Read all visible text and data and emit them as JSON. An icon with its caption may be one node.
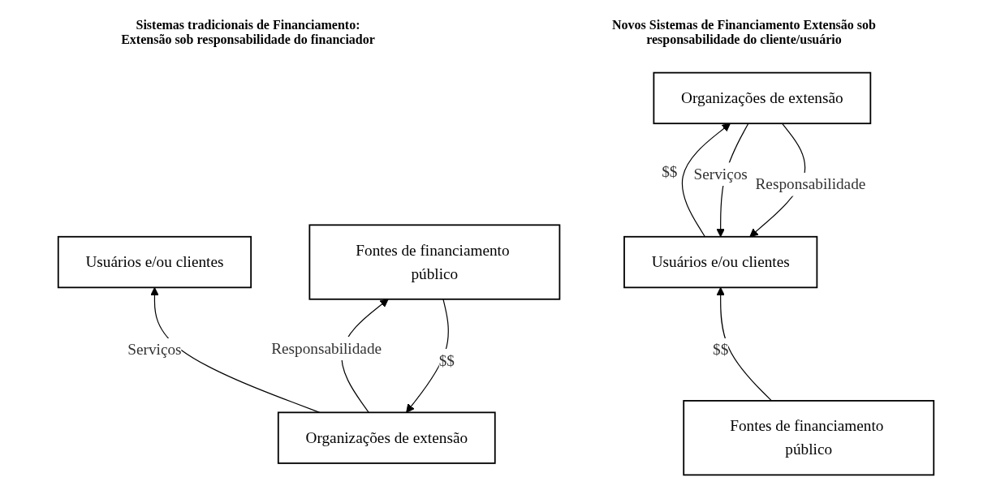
{
  "diagram": {
    "nodes": [
      {
        "text": [
          "Usuários e/ou clientes"
        ]
      },
      {
        "text": [
          "Organizações de extensão"
        ]
      },
      {
        "text": [
          "Fontes de financiamento público"
        ]
      },
      {
        "text": [
          "Usuários e/ou clientes"
        ]
      },
      {
        "text": [
          "Organizações de extensão"
        ]
      },
      {
        "text": [
          "Fontes de financiamento público"
        ]
      }
    ],
    "edges": [
      {
        "from": 1,
        "to": 0,
        "arrow": "to",
        "label": "Serviços"
      },
      {
        "from": 1,
        "to": 2,
        "arrow": "to",
        "label": "Responsabilidade"
      },
      {
        "from": 2,
        "to": 1,
        "arrow": "to",
        "label": "$$"
      },
      {
        "from": 5,
        "to": 3,
        "arrow": "to",
        "label": "$$"
      },
      {
        "from": 3,
        "to": 4,
        "arrow": "to",
        "label": "$$"
      },
      {
        "from": 4,
        "to": 3,
        "arrow": "to",
        "label": "Serviços"
      },
      {
        "from": 4,
        "to": 3,
        "arrow": "to",
        "label": "Responsabilidade"
      }
    ],
    "labels": [
      "Sistemas tradicionais de Financiamento: Extensão sob responsabilidade do financiador",
      "Novos Sistemas de Financiamento Extensão sob responsabilidade do cliente/usuário"
    ]
  }
}
